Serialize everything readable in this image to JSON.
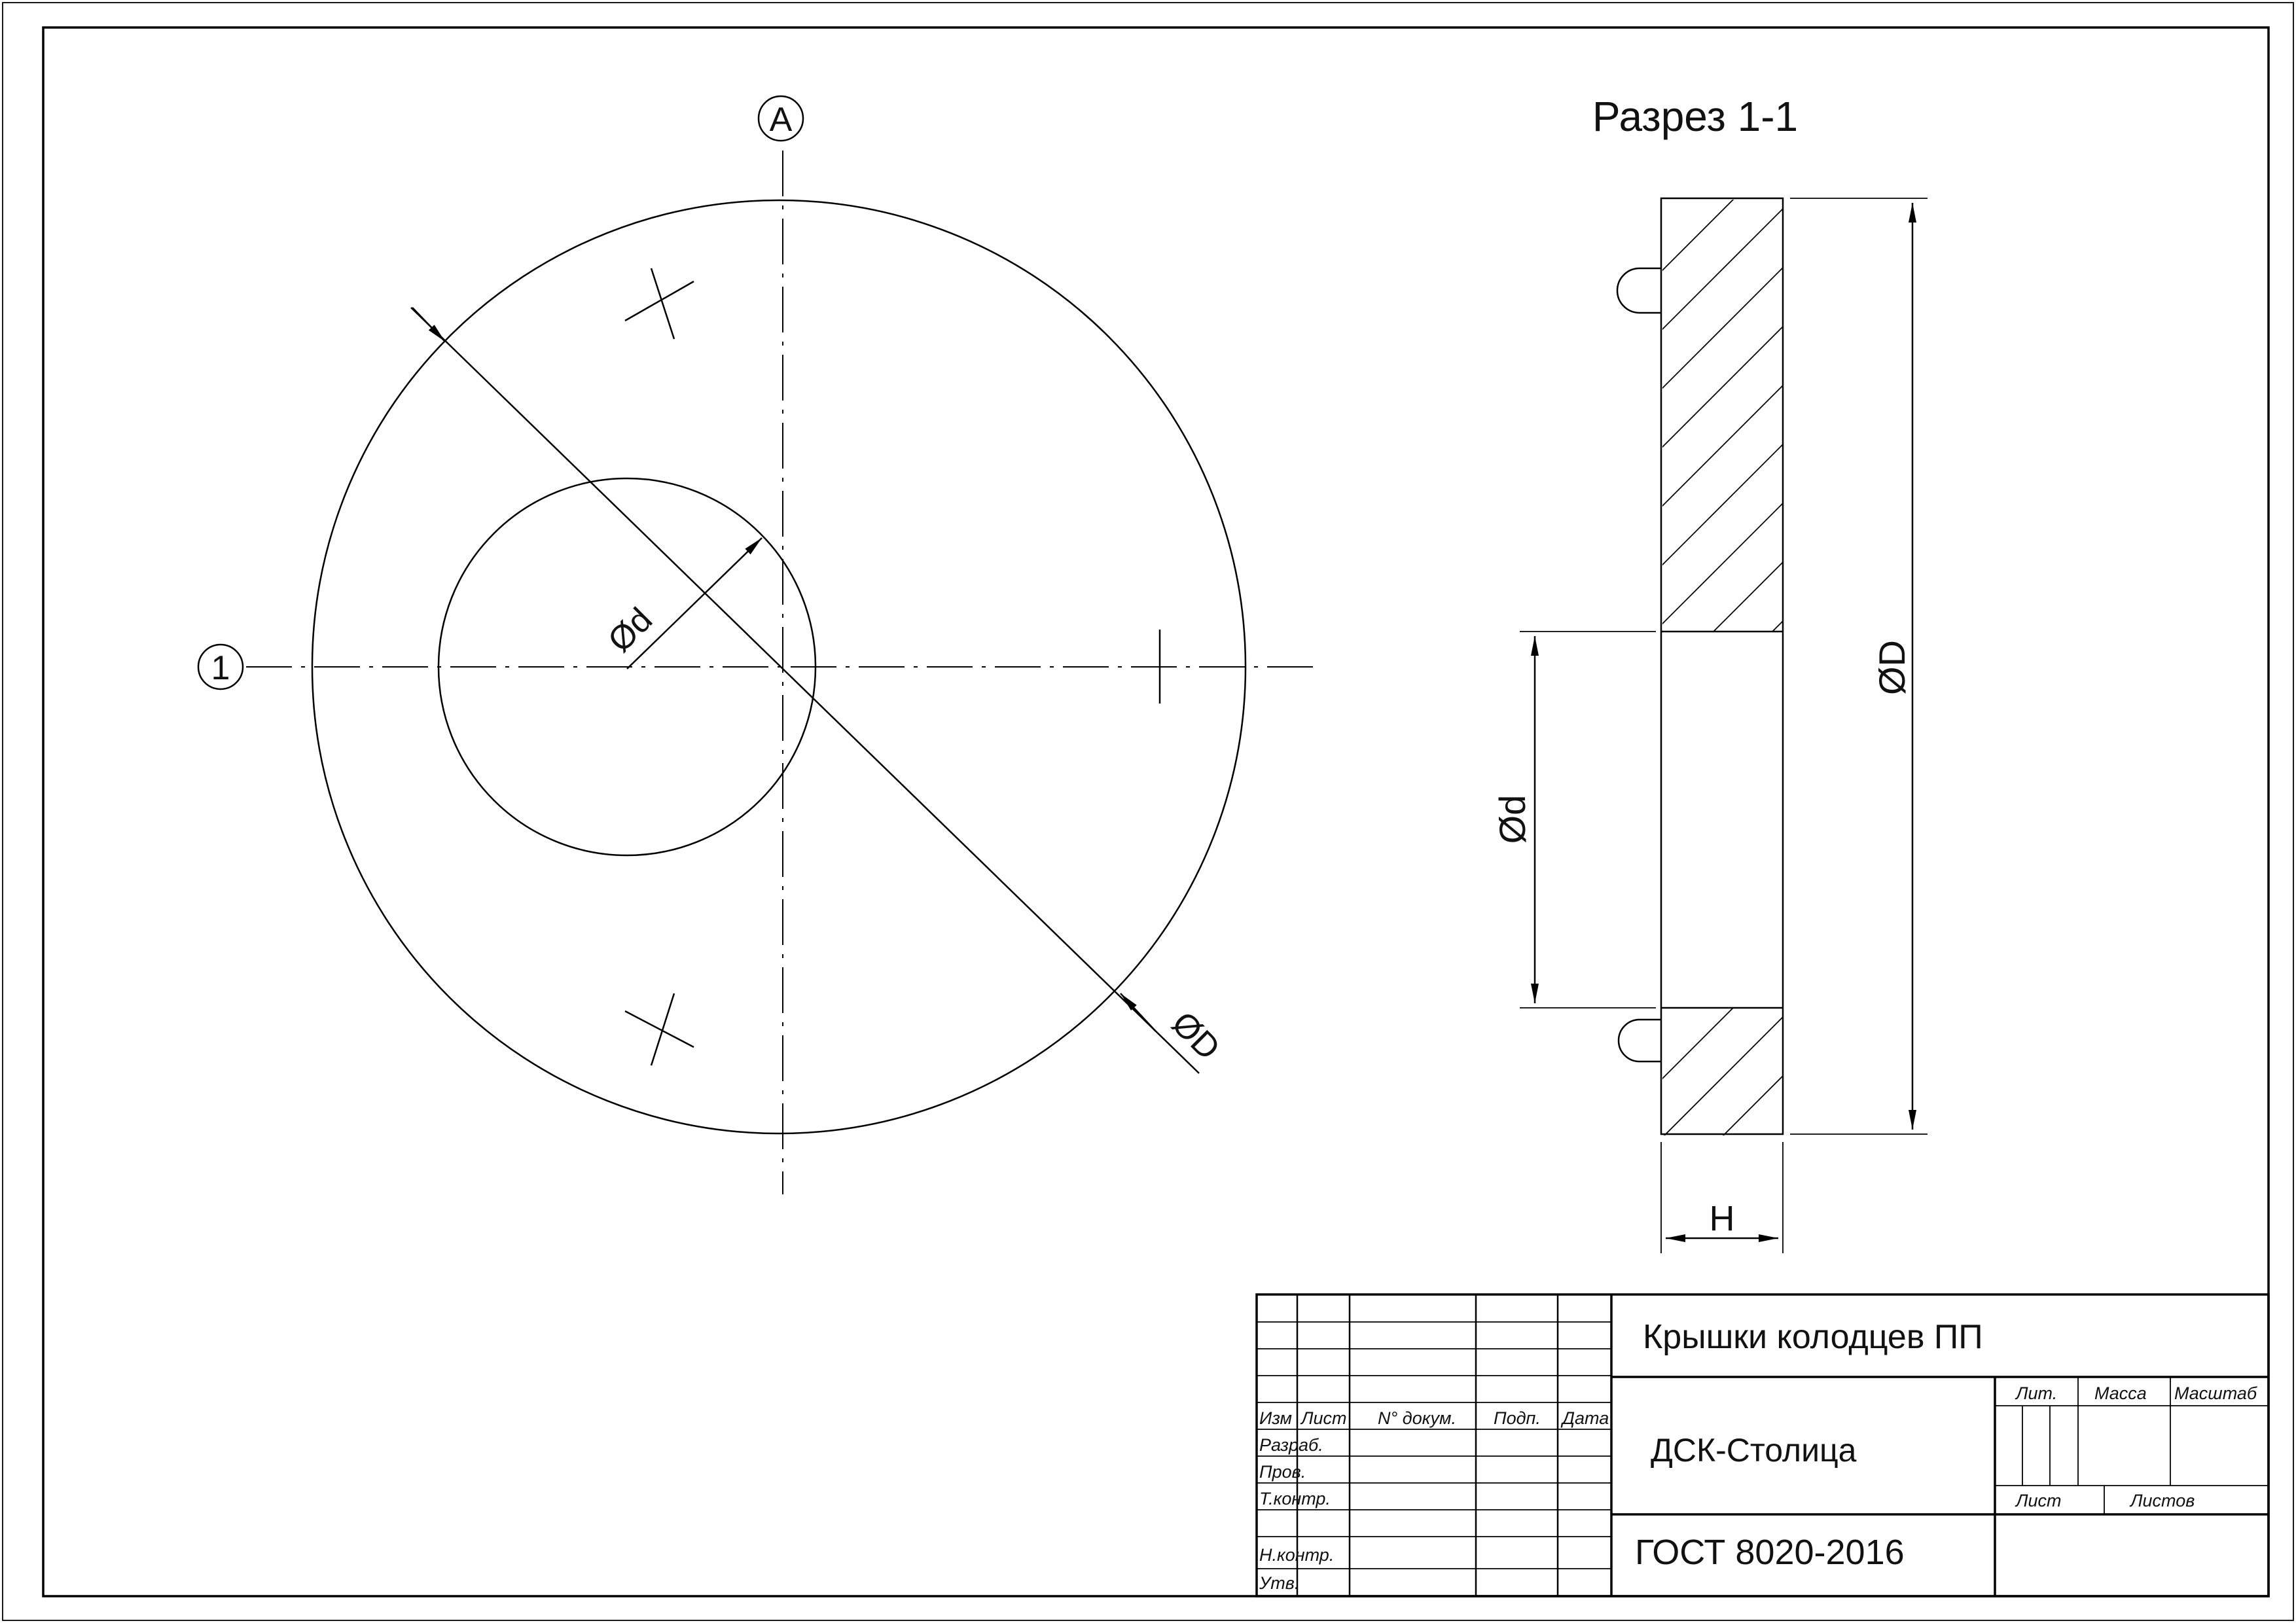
{
  "plan_view": {
    "axis_letter": "A",
    "axis_number": "1",
    "dim_inner": "Ød",
    "dim_outer": "ØD"
  },
  "section_view": {
    "title": "Разрез 1-1",
    "dim_outer": "ØD",
    "dim_inner": "Ød",
    "dim_height": "H"
  },
  "title_block": {
    "product_name": "Крышки колодцев ПП",
    "organization": "ДСК-Столица",
    "standard": "ГОСТ 8020-2016",
    "col_izm": "Изм",
    "col_list": "Лист",
    "col_doc": "N° докум.",
    "col_sign": "Подп.",
    "col_date": "Дата",
    "row_razrab": "Разраб.",
    "row_prov": "Пров.",
    "row_tkontr": "Т.контр.",
    "row_nkontr": "Н.контр.",
    "row_utv": "Утв.",
    "lit": "Лит.",
    "massa": "Масса",
    "masshtab": "Масштаб",
    "sheet": "Лист",
    "sheets": "Листов"
  }
}
